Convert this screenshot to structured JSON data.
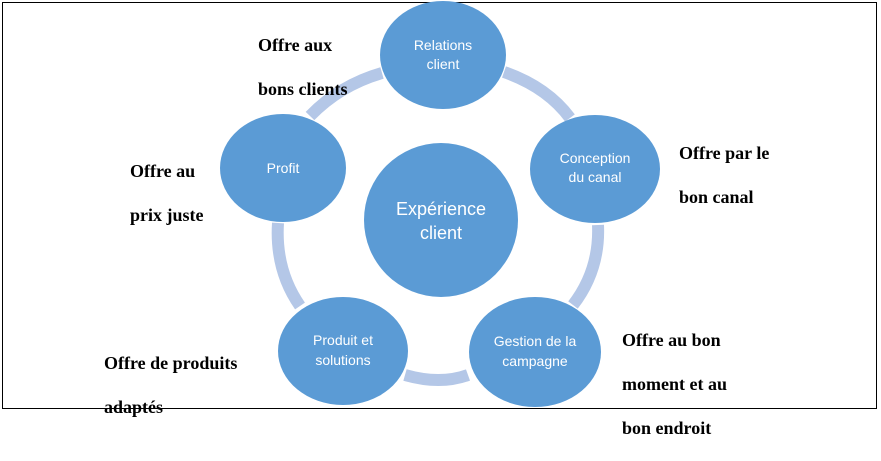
{
  "diagram": {
    "center": {
      "line1": "Expérience",
      "line2": "client"
    },
    "nodes": [
      {
        "line1": "Relations",
        "line2": "client",
        "icon": "circle"
      },
      {
        "line1": "Conception",
        "line2": "du canal",
        "icon": "circle"
      },
      {
        "line1": "Gestion de la",
        "line2": "campagne",
        "icon": "circle"
      },
      {
        "line1": "Produit et",
        "line2": "solutions",
        "icon": "circle"
      },
      {
        "line1": "Profit",
        "line2": "",
        "icon": "circle"
      }
    ],
    "annotations": [
      {
        "line1": "Offre aux",
        "line2": "bons clients",
        "line3": ""
      },
      {
        "line1": "Offre par le",
        "line2": "bon canal",
        "line3": ""
      },
      {
        "line1": "Offre au bon",
        "line2": "moment et au",
        "line3": "bon endroit"
      },
      {
        "line1": "Offre de produits",
        "line2": "adaptés",
        "line3": ""
      },
      {
        "line1": "Offre au",
        "line2": "prix juste",
        "line3": ""
      }
    ],
    "colors": {
      "node_fill": "#5b9bd5",
      "ring_stroke": "#b4c7e7",
      "text_on_node": "#ffffff",
      "annotation_text": "#000000"
    }
  }
}
